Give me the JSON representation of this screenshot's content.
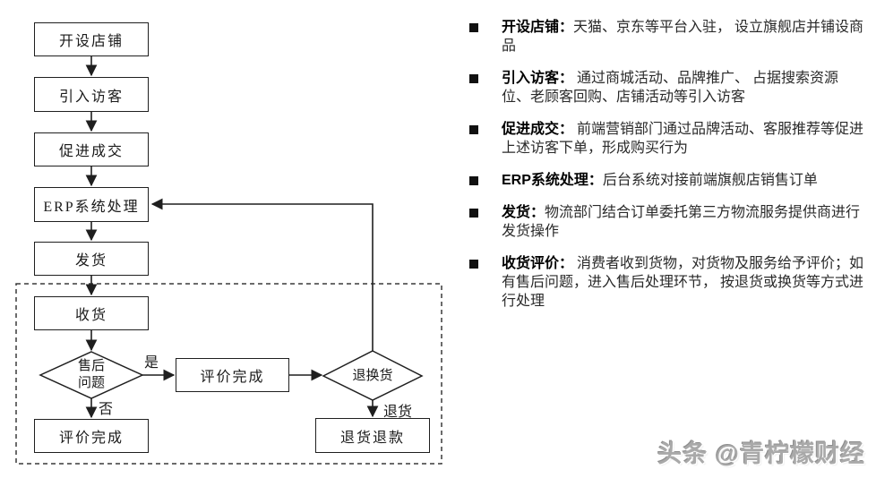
{
  "flowchart": {
    "boxes": [
      {
        "id": "open-store",
        "label": "开设店铺"
      },
      {
        "id": "attract-visitors",
        "label": "引入访客"
      },
      {
        "id": "promote-deal",
        "label": "促进成交"
      },
      {
        "id": "erp-processing",
        "label": "ERP系统处理"
      },
      {
        "id": "ship-goods",
        "label": "发货"
      },
      {
        "id": "receive-goods",
        "label": "收货"
      },
      {
        "id": "review-done-mid",
        "label": "评价完成"
      },
      {
        "id": "review-done-bottom",
        "label": "评价完成"
      },
      {
        "id": "return-refund",
        "label": "退货退款"
      }
    ],
    "decisions": [
      {
        "id": "aftersale-issue",
        "label": "售后问题"
      },
      {
        "id": "return-exchange",
        "label": "退换货"
      }
    ],
    "edge_labels": {
      "yes": "是",
      "no": "否",
      "return": "退货"
    }
  },
  "bullets": [
    {
      "label": "开设店铺：",
      "text": "天猫、京东等平台入驻， 设立旗舰店并铺设商品"
    },
    {
      "label": "引入访客：",
      "text": " 通过商城活动、品牌推广、 占据搜索资源位、老顾客回购、店铺活动等引入访客"
    },
    {
      "label": "促进成交：",
      "text": " 前端营销部门通过品牌活动、客服推荐等促进上述访客下单，形成购买行为"
    },
    {
      "label": "ERP系统处理：",
      "text": "后台系统对接前端旗舰店销售订单"
    },
    {
      "label": "发货：",
      "text": "物流部门结合订单委托第三方物流服务提供商进行发货操作"
    },
    {
      "label": "收货评价：",
      "text": " 消费者收到货物，对货物及服务给予评价；如有售后问题，进入售后处理环节， 按退货或换货等方式进行处理"
    }
  ],
  "watermark": "头条 @青柠檬财经",
  "colors": {
    "line": "#1f1f1f",
    "background": "#ffffff",
    "watermark": "#a9a9a9"
  }
}
